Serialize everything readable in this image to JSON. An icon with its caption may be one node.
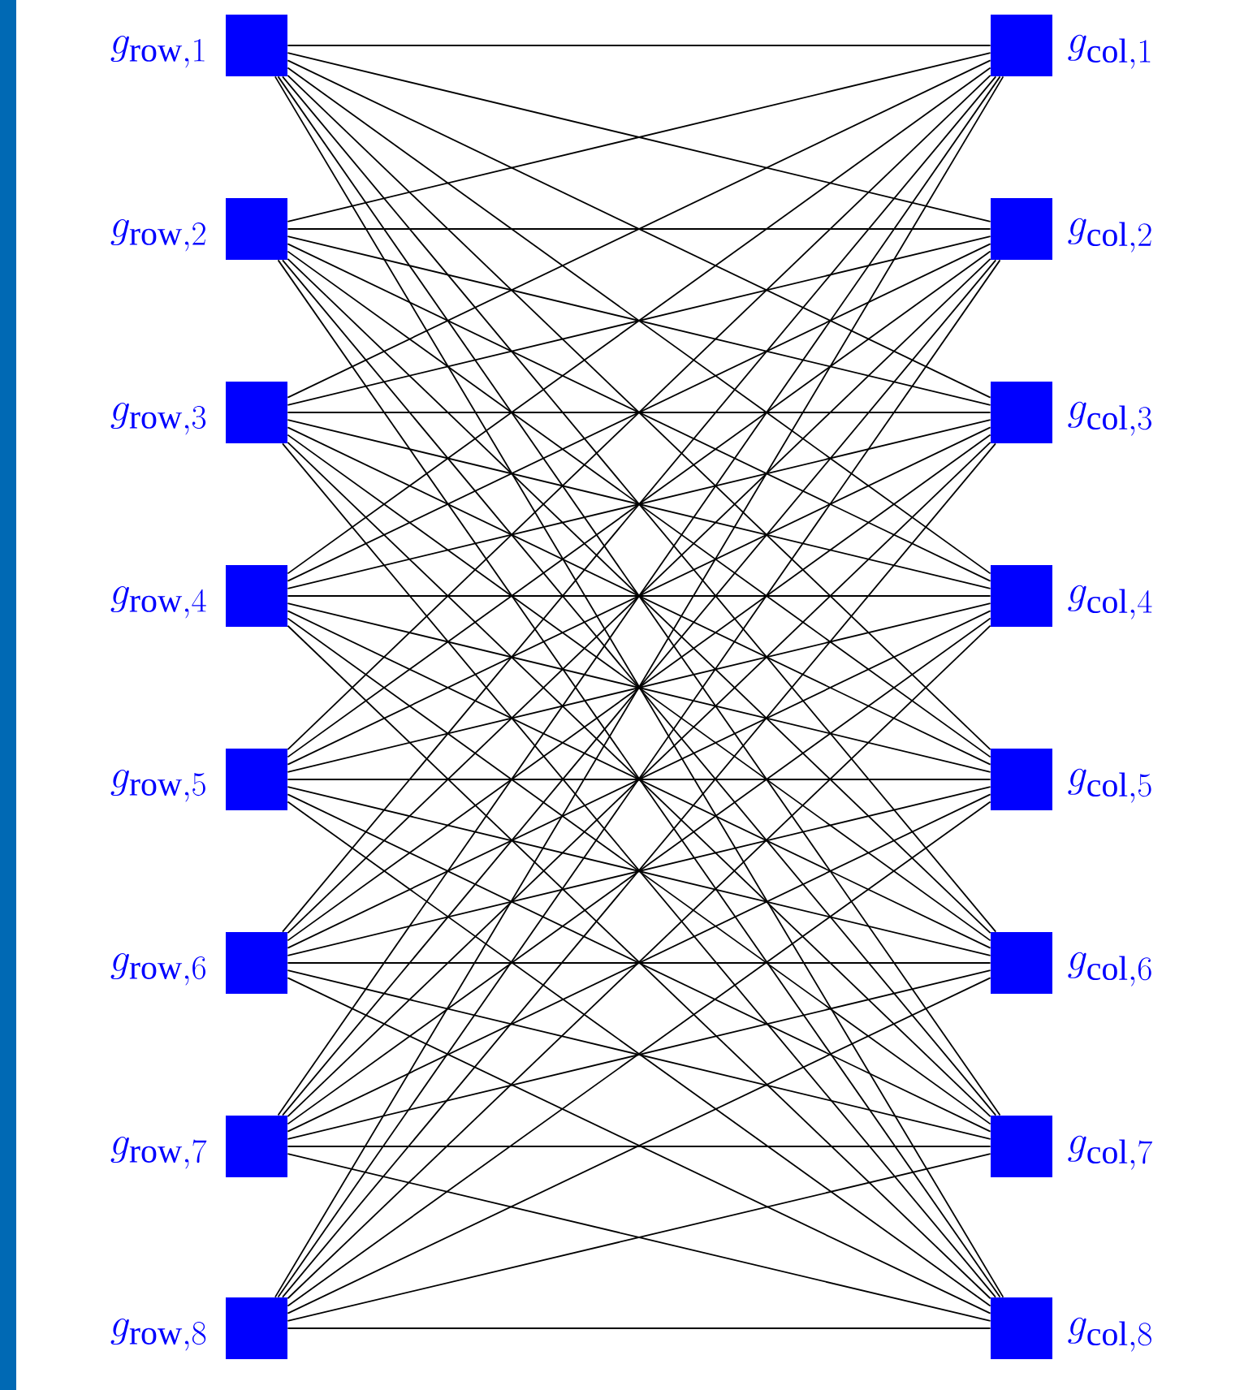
{
  "diagram": {
    "nodes": [
      {
        "text": [
          "g_{\\mathrm{row},1}"
        ]
      },
      {
        "text": [
          "g_{\\mathrm{row},2}"
        ]
      },
      {
        "text": [
          "g_{\\mathrm{row},3}"
        ]
      },
      {
        "text": [
          "g_{\\mathrm{row},4}"
        ]
      },
      {
        "text": [
          "g_{\\mathrm{row},5}"
        ]
      },
      {
        "text": [
          "g_{\\mathrm{row},6}"
        ]
      },
      {
        "text": [
          "g_{\\mathrm{row},7}"
        ]
      },
      {
        "text": [
          "g_{\\mathrm{row},8}"
        ]
      },
      {
        "text": [
          "g_{\\mathrm{col},1}"
        ]
      },
      {
        "text": [
          "g_{\\mathrm{col},2}"
        ]
      },
      {
        "text": [
          "g_{\\mathrm{col},3}"
        ]
      },
      {
        "text": [
          "g_{\\mathrm{col},4}"
        ]
      },
      {
        "text": [
          "g_{\\mathrm{col},5}"
        ]
      },
      {
        "text": [
          "g_{\\mathrm{col},6}"
        ]
      },
      {
        "text": [
          "g_{\\mathrm{col},7}"
        ]
      },
      {
        "text": [
          "g_{\\mathrm{col},8}"
        ]
      }
    ],
    "edges": [
      {
        "from": 0,
        "to": 8,
        "arrow": "none"
      },
      {
        "from": 0,
        "to": 9,
        "arrow": "none"
      },
      {
        "from": 0,
        "to": 10,
        "arrow": "none"
      },
      {
        "from": 0,
        "to": 11,
        "arrow": "none"
      },
      {
        "from": 0,
        "to": 12,
        "arrow": "none"
      },
      {
        "from": 0,
        "to": 13,
        "arrow": "none"
      },
      {
        "from": 0,
        "to": 14,
        "arrow": "none"
      },
      {
        "from": 0,
        "to": 15,
        "arrow": "none"
      },
      {
        "from": 1,
        "to": 8,
        "arrow": "none"
      },
      {
        "from": 1,
        "to": 9,
        "arrow": "none"
      },
      {
        "from": 1,
        "to": 10,
        "arrow": "none"
      },
      {
        "from": 1,
        "to": 11,
        "arrow": "none"
      },
      {
        "from": 1,
        "to": 12,
        "arrow": "none"
      },
      {
        "from": 1,
        "to": 13,
        "arrow": "none"
      },
      {
        "from": 1,
        "to": 14,
        "arrow": "none"
      },
      {
        "from": 1,
        "to": 15,
        "arrow": "none"
      },
      {
        "from": 2,
        "to": 8,
        "arrow": "none"
      },
      {
        "from": 2,
        "to": 9,
        "arrow": "none"
      },
      {
        "from": 2,
        "to": 10,
        "arrow": "none"
      },
      {
        "from": 2,
        "to": 11,
        "arrow": "none"
      },
      {
        "from": 2,
        "to": 12,
        "arrow": "none"
      },
      {
        "from": 2,
        "to": 13,
        "arrow": "none"
      },
      {
        "from": 2,
        "to": 14,
        "arrow": "none"
      },
      {
        "from": 2,
        "to": 15,
        "arrow": "none"
      },
      {
        "from": 3,
        "to": 8,
        "arrow": "none"
      },
      {
        "from": 3,
        "to": 9,
        "arrow": "none"
      },
      {
        "from": 3,
        "to": 10,
        "arrow": "none"
      },
      {
        "from": 3,
        "to": 11,
        "arrow": "none"
      },
      {
        "from": 3,
        "to": 12,
        "arrow": "none"
      },
      {
        "from": 3,
        "to": 13,
        "arrow": "none"
      },
      {
        "from": 3,
        "to": 14,
        "arrow": "none"
      },
      {
        "from": 3,
        "to": 15,
        "arrow": "none"
      },
      {
        "from": 4,
        "to": 8,
        "arrow": "none"
      },
      {
        "from": 4,
        "to": 9,
        "arrow": "none"
      },
      {
        "from": 4,
        "to": 10,
        "arrow": "none"
      },
      {
        "from": 4,
        "to": 11,
        "arrow": "none"
      },
      {
        "from": 4,
        "to": 12,
        "arrow": "none"
      },
      {
        "from": 4,
        "to": 13,
        "arrow": "none"
      },
      {
        "from": 4,
        "to": 14,
        "arrow": "none"
      },
      {
        "from": 4,
        "to": 15,
        "arrow": "none"
      },
      {
        "from": 5,
        "to": 8,
        "arrow": "none"
      },
      {
        "from": 5,
        "to": 9,
        "arrow": "none"
      },
      {
        "from": 5,
        "to": 10,
        "arrow": "none"
      },
      {
        "from": 5,
        "to": 11,
        "arrow": "none"
      },
      {
        "from": 5,
        "to": 12,
        "arrow": "none"
      },
      {
        "from": 5,
        "to": 13,
        "arrow": "none"
      },
      {
        "from": 5,
        "to": 14,
        "arrow": "none"
      },
      {
        "from": 5,
        "to": 15,
        "arrow": "none"
      },
      {
        "from": 6,
        "to": 8,
        "arrow": "none"
      },
      {
        "from": 6,
        "to": 9,
        "arrow": "none"
      },
      {
        "from": 6,
        "to": 10,
        "arrow": "none"
      },
      {
        "from": 6,
        "to": 11,
        "arrow": "none"
      },
      {
        "from": 6,
        "to": 12,
        "arrow": "none"
      },
      {
        "from": 6,
        "to": 13,
        "arrow": "none"
      },
      {
        "from": 6,
        "to": 14,
        "arrow": "none"
      },
      {
        "from": 6,
        "to": 15,
        "arrow": "none"
      },
      {
        "from": 7,
        "to": 8,
        "arrow": "none"
      },
      {
        "from": 7,
        "to": 9,
        "arrow": "none"
      },
      {
        "from": 7,
        "to": 10,
        "arrow": "none"
      },
      {
        "from": 7,
        "to": 11,
        "arrow": "none"
      },
      {
        "from": 7,
        "to": 12,
        "arrow": "none"
      },
      {
        "from": 7,
        "to": 13,
        "arrow": "none"
      },
      {
        "from": 7,
        "to": 14,
        "arrow": "none"
      },
      {
        "from": 7,
        "to": 15,
        "arrow": "none"
      }
    ]
  }
}
